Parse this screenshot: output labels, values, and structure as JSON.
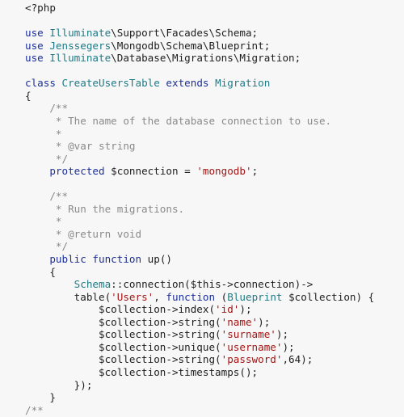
{
  "code": {
    "language": "php",
    "lines": [
      {
        "tokens": [
          {
            "t": "<?php",
            "c": "plain"
          }
        ]
      },
      {
        "tokens": []
      },
      {
        "tokens": [
          {
            "t": "use ",
            "c": "kw"
          },
          {
            "t": "Illuminate",
            "c": "type"
          },
          {
            "t": "\\Support\\Facades\\Schema;",
            "c": "plain"
          }
        ]
      },
      {
        "tokens": [
          {
            "t": "use ",
            "c": "kw"
          },
          {
            "t": "Jenssegers",
            "c": "type"
          },
          {
            "t": "\\Mongodb\\Schema\\Blueprint;",
            "c": "plain"
          }
        ]
      },
      {
        "tokens": [
          {
            "t": "use ",
            "c": "kw"
          },
          {
            "t": "Illuminate",
            "c": "type"
          },
          {
            "t": "\\Database\\Migrations\\Migration;",
            "c": "plain"
          }
        ]
      },
      {
        "tokens": []
      },
      {
        "tokens": [
          {
            "t": "class ",
            "c": "kw"
          },
          {
            "t": "CreateUsersTable",
            "c": "type"
          },
          {
            "t": " extends ",
            "c": "kw"
          },
          {
            "t": "Migration",
            "c": "type"
          }
        ]
      },
      {
        "tokens": [
          {
            "t": "{",
            "c": "plain"
          }
        ]
      },
      {
        "tokens": [
          {
            "t": "    /**",
            "c": "com"
          }
        ]
      },
      {
        "tokens": [
          {
            "t": "     * The name of the database connection to use.",
            "c": "com"
          }
        ]
      },
      {
        "tokens": [
          {
            "t": "     *",
            "c": "com"
          }
        ]
      },
      {
        "tokens": [
          {
            "t": "     * @var string",
            "c": "com"
          }
        ]
      },
      {
        "tokens": [
          {
            "t": "     */",
            "c": "com"
          }
        ]
      },
      {
        "tokens": [
          {
            "t": "    protected ",
            "c": "kw"
          },
          {
            "t": "$connection = ",
            "c": "plain"
          },
          {
            "t": "'mongodb'",
            "c": "str"
          },
          {
            "t": ";",
            "c": "plain"
          }
        ]
      },
      {
        "tokens": []
      },
      {
        "tokens": [
          {
            "t": "    /**",
            "c": "com"
          }
        ]
      },
      {
        "tokens": [
          {
            "t": "     * Run the migrations.",
            "c": "com"
          }
        ]
      },
      {
        "tokens": [
          {
            "t": "     *",
            "c": "com"
          }
        ]
      },
      {
        "tokens": [
          {
            "t": "     * @return void",
            "c": "com"
          }
        ]
      },
      {
        "tokens": [
          {
            "t": "     */",
            "c": "com"
          }
        ]
      },
      {
        "tokens": [
          {
            "t": "    public ",
            "c": "kw"
          },
          {
            "t": "function ",
            "c": "kw"
          },
          {
            "t": "up()",
            "c": "plain"
          }
        ]
      },
      {
        "tokens": [
          {
            "t": "    {",
            "c": "plain"
          }
        ]
      },
      {
        "tokens": [
          {
            "t": "        ",
            "c": "plain"
          },
          {
            "t": "Schema",
            "c": "type"
          },
          {
            "t": "::connection($this->connection)->",
            "c": "plain"
          }
        ]
      },
      {
        "tokens": [
          {
            "t": "        table(",
            "c": "plain"
          },
          {
            "t": "'Users'",
            "c": "str"
          },
          {
            "t": ", ",
            "c": "plain"
          },
          {
            "t": "function ",
            "c": "kw"
          },
          {
            "t": "(",
            "c": "plain"
          },
          {
            "t": "Blueprint",
            "c": "type"
          },
          {
            "t": " $collection) {",
            "c": "plain"
          }
        ]
      },
      {
        "tokens": [
          {
            "t": "            $collection->index(",
            "c": "plain"
          },
          {
            "t": "'id'",
            "c": "str"
          },
          {
            "t": ");",
            "c": "plain"
          }
        ]
      },
      {
        "tokens": [
          {
            "t": "            $collection->string(",
            "c": "plain"
          },
          {
            "t": "'name'",
            "c": "str"
          },
          {
            "t": ");",
            "c": "plain"
          }
        ]
      },
      {
        "tokens": [
          {
            "t": "            $collection->string(",
            "c": "plain"
          },
          {
            "t": "'surname'",
            "c": "str"
          },
          {
            "t": ");",
            "c": "plain"
          }
        ]
      },
      {
        "tokens": [
          {
            "t": "            $collection->unique(",
            "c": "plain"
          },
          {
            "t": "'username'",
            "c": "str"
          },
          {
            "t": ");",
            "c": "plain"
          }
        ]
      },
      {
        "tokens": [
          {
            "t": "            $collection->string(",
            "c": "plain"
          },
          {
            "t": "'password'",
            "c": "str"
          },
          {
            "t": ",64);",
            "c": "plain"
          }
        ]
      },
      {
        "tokens": [
          {
            "t": "            $collection->timestamps();",
            "c": "plain"
          }
        ]
      },
      {
        "tokens": [
          {
            "t": "        });",
            "c": "plain"
          }
        ]
      },
      {
        "tokens": [
          {
            "t": "    }",
            "c": "plain"
          }
        ]
      },
      {
        "tokens": [
          {
            "t": "/**",
            "c": "com"
          }
        ]
      }
    ]
  },
  "colors": {
    "background": "#f7f7f7",
    "plain": "#1e1e1e",
    "keyword": "#1b2f9a",
    "type": "#1f7a86",
    "string": "#a31515",
    "comment": "#8a8a8a"
  }
}
